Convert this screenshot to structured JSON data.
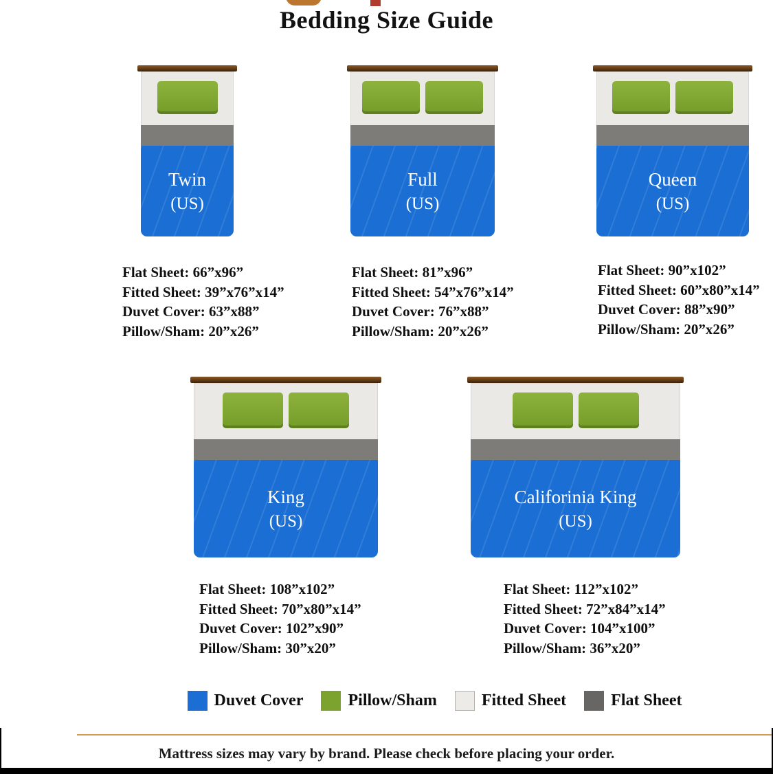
{
  "title": "Bedding Size Guide",
  "colors": {
    "duvet_cover": "#1b6ed3",
    "pillow_sham": "#7da32f",
    "fitted_sheet": "#edebe7",
    "flat_sheet": "#676665",
    "headboard": "#4f2d11",
    "divider_line": "#d89a55"
  },
  "beds": [
    {
      "name": "Twin",
      "region": "(US)",
      "specs": [
        "Flat Sheet: 66”x96”",
        "Fitted Sheet: 39”x76”x14”",
        "Duvet Cover: 63”x88”",
        "Pillow/Sham: 20”x26”"
      ]
    },
    {
      "name": "Full",
      "region": "(US)",
      "specs": [
        "Flat Sheet: 81”x96”",
        "Fitted Sheet: 54”x76”x14”",
        "Duvet Cover: 76”x88”",
        "Pillow/Sham: 20”x26”"
      ]
    },
    {
      "name": "Queen",
      "region": "(US)",
      "specs": [
        "Flat Sheet: 90”x102”",
        "Fitted Sheet: 60”x80”x14”",
        "Duvet Cover: 88”x90”",
        "Pillow/Sham: 20”x26”"
      ]
    },
    {
      "name": "King",
      "region": "(US)",
      "specs": [
        "Flat Sheet: 108”x102”",
        "Fitted Sheet: 70”x80”x14”",
        "Duvet Cover: 102”x90”",
        "Pillow/Sham: 30”x20”"
      ]
    },
    {
      "name": "Califorinia King",
      "region": "(US)",
      "specs": [
        "Flat Sheet: 112”x102”",
        "Fitted Sheet: 72”x84”x14”",
        "Duvet Cover: 104”x100”",
        "Pillow/Sham: 36”x20”"
      ]
    }
  ],
  "legend": {
    "items": [
      {
        "label": "Duvet Cover"
      },
      {
        "label": "Pillow/Sham"
      },
      {
        "label": "Fitted Sheet"
      },
      {
        "label": "Flat Sheet"
      }
    ]
  },
  "footer": {
    "note": "Mattress sizes may vary by brand. Please check before placing your order."
  }
}
